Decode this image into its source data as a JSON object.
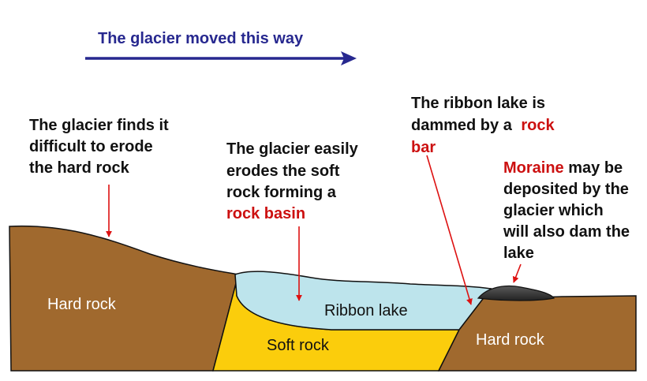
{
  "direction": {
    "text": "The glacier moved this way"
  },
  "annotations": {
    "hard_rock_erosion": {
      "line1": "The glacier finds it",
      "line2": "difficult to erode",
      "line3": "the hard rock"
    },
    "soft_rock_erosion": {
      "line1": "The glacier easily",
      "line2": "erodes the soft",
      "line3": "rock forming a",
      "highlight": "rock basin"
    },
    "rock_bar": {
      "line1": "The ribbon lake is",
      "line2_prefix": "dammed by a",
      "highlight_part1": "rock",
      "highlight_part2": "bar"
    },
    "moraine": {
      "highlight": "Moraine",
      "line1_suffix": "may be",
      "line2": "deposited by the",
      "line3": "glacier which",
      "line4": "will also dam the",
      "line5": "lake"
    }
  },
  "regions": {
    "hard_rock_left": "Hard rock",
    "hard_rock_right": "Hard rock",
    "soft_rock": "Soft rock",
    "ribbon_lake": "Ribbon lake"
  },
  "colors": {
    "hard_rock": "#a0692e",
    "soft_rock": "#fbcd0c",
    "lake": "#bde4ec",
    "moraine": "#3a3a3a",
    "arrow_blue": "#27288f",
    "arrow_red": "#dd1111",
    "highlight_red": "#cc1010",
    "outline": "#111111"
  }
}
